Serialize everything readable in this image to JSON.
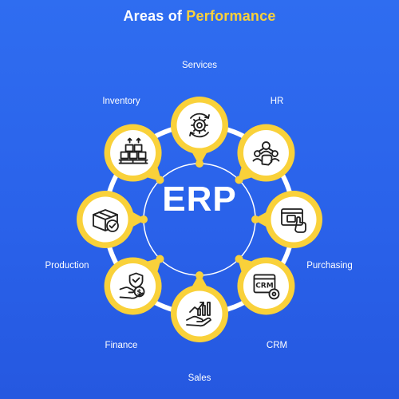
{
  "title": {
    "part1": "Areas of ",
    "part2": "Performance"
  },
  "center_label": "ERP",
  "areas": [
    {
      "label": "Services",
      "icon": "gear-cycle-icon"
    },
    {
      "label": "HR",
      "icon": "people-network-icon"
    },
    {
      "label": "Purchasing",
      "icon": "online-shopping-icon"
    },
    {
      "label": "CRM",
      "icon": "crm-settings-icon"
    },
    {
      "label": "Sales",
      "icon": "hand-growth-chart-icon"
    },
    {
      "label": "Finance",
      "icon": "hand-money-shield-icon"
    },
    {
      "label": "Production",
      "icon": "box-check-icon"
    },
    {
      "label": "Inventory",
      "icon": "pallet-boxes-icon"
    }
  ],
  "colors": {
    "background": "#2a62ea",
    "accent": "#f9d13a",
    "ring": "#ffffff",
    "text": "#ffffff",
    "icon_stroke": "#1f1f1f"
  }
}
